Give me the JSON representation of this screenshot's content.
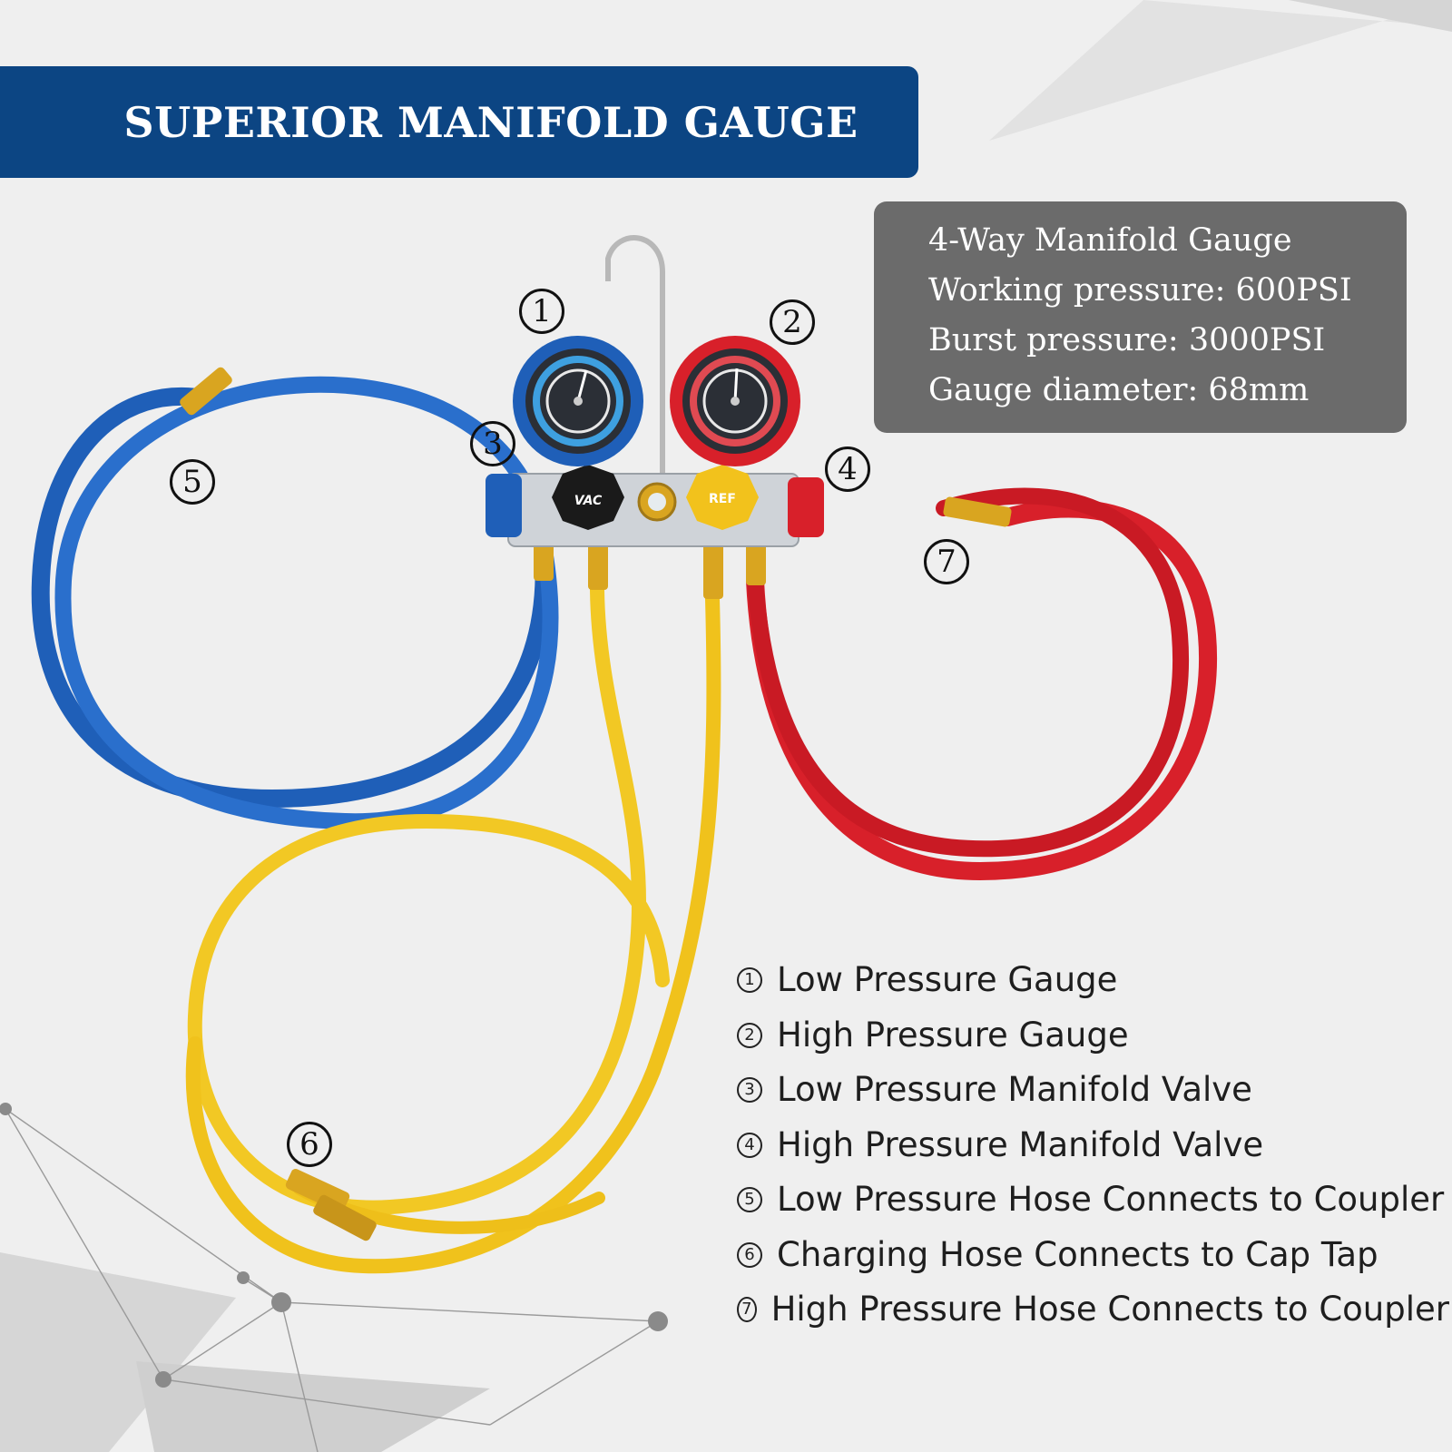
{
  "title": "SUPERIOR MANIFOLD GAUGE",
  "specs": [
    "4-Way Manifold Gauge",
    "Working pressure: 600PSI",
    "Burst pressure: 3000PSI",
    "Gauge diameter: 68mm"
  ],
  "callouts": [
    "1",
    "2",
    "3",
    "4",
    "5",
    "6",
    "7"
  ],
  "legend": [
    {
      "num": "1",
      "label": "Low Pressure Gauge"
    },
    {
      "num": "2",
      "label": "High Pressure Gauge"
    },
    {
      "num": "3",
      "label": "Low Pressure Manifold Valve"
    },
    {
      "num": "4",
      "label": "High Pressure Manifold Valve"
    },
    {
      "num": "5",
      "label": "Low Pressure Hose Connects to Coupler"
    },
    {
      "num": "6",
      "label": "Charging Hose Connects to Cap Tap"
    },
    {
      "num": "7",
      "label": "High Pressure Hose Connects to Coupler"
    }
  ],
  "knob_labels": {
    "vac": "VAC",
    "ref": "REF"
  },
  "colors": {
    "banner": "#0c4583",
    "spec_box": "#6b6b6b",
    "blue_hose": "#1f5fb8",
    "red_hose": "#d8202a",
    "yellow_hose": "#f2c824",
    "brass": "#d9a520"
  },
  "icons": [
    "hook-icon",
    "low-pressure-gauge-icon",
    "high-pressure-gauge-icon",
    "vac-knob-icon",
    "ref-knob-icon"
  ]
}
